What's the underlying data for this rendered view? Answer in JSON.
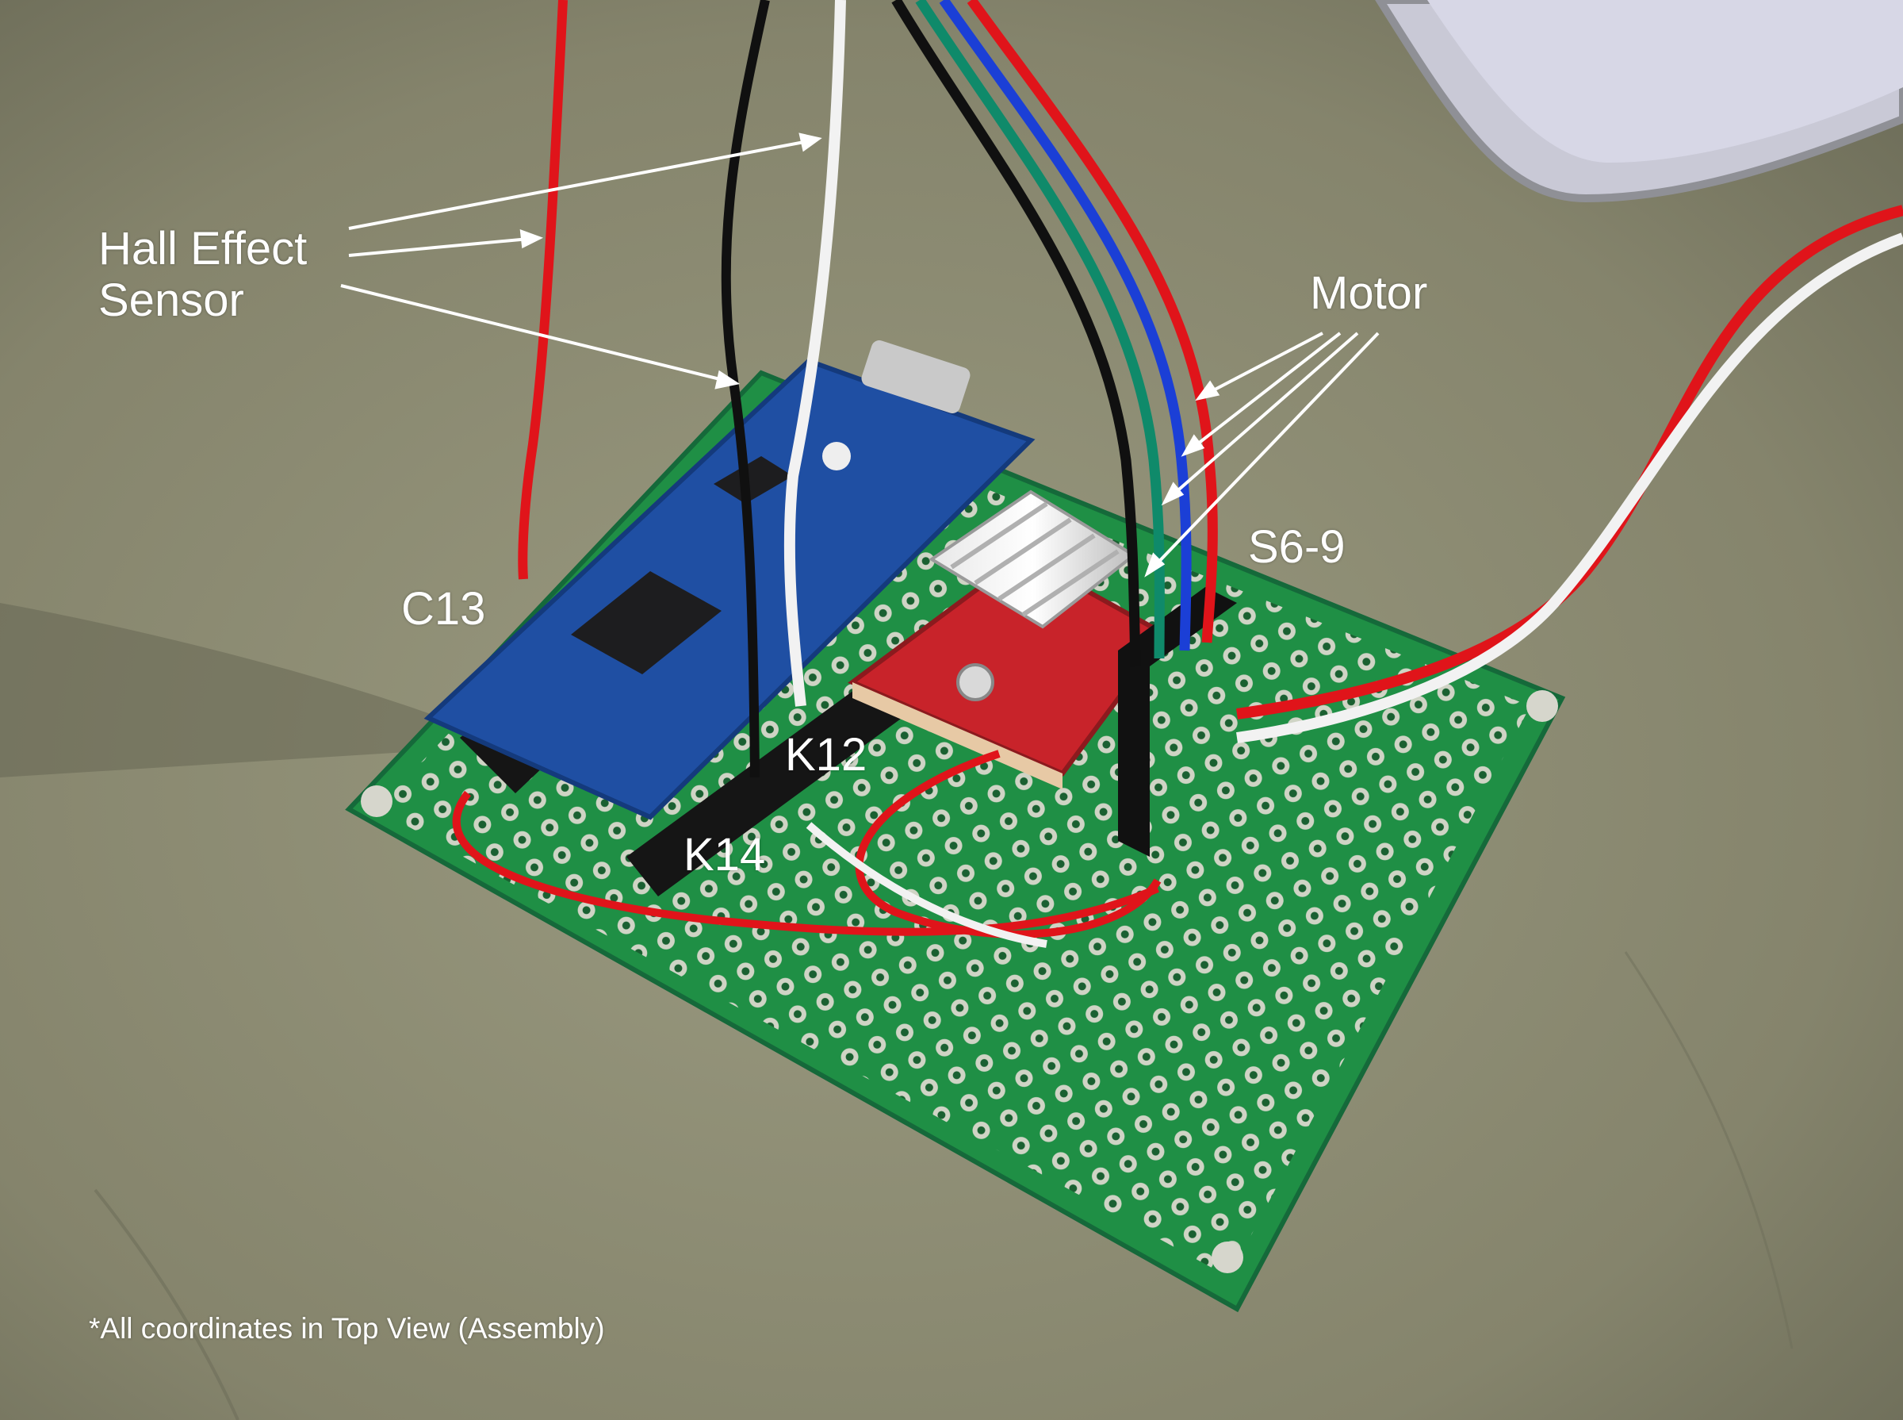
{
  "labels": {
    "hall_line1": "Hall Effect",
    "hall_line2": "Sensor",
    "motor": "Motor",
    "s6_9": "S6-9",
    "c13": "C13",
    "k12": "K12",
    "k14": "K14",
    "footnote": "*All coordinates in Top View (Assembly)"
  },
  "colors": {
    "background": "#8a8a72",
    "pcb": "#1f8f45",
    "arduino": "#1f4fa3",
    "driver": "#c8232a",
    "wire_red": "#e0141a",
    "wire_black": "#101010",
    "wire_white": "#f2f2f2",
    "wire_green": "#0f8a6a",
    "wire_blue": "#1b3fd6",
    "label_text": "#ffffff"
  }
}
